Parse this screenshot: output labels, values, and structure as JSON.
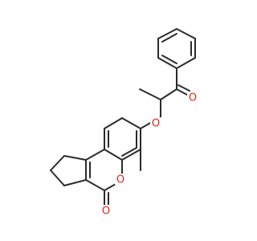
{
  "molecule": {
    "atoms": {
      "ether_oxygen": "O",
      "ketone_oxygen": "O",
      "ring_oxygen": "O",
      "lactone_carbonyl_oxygen": "O"
    },
    "colors": {
      "bond": "#2b2b2b",
      "oxygen": "#e2231a",
      "background": "#ffffff"
    }
  }
}
